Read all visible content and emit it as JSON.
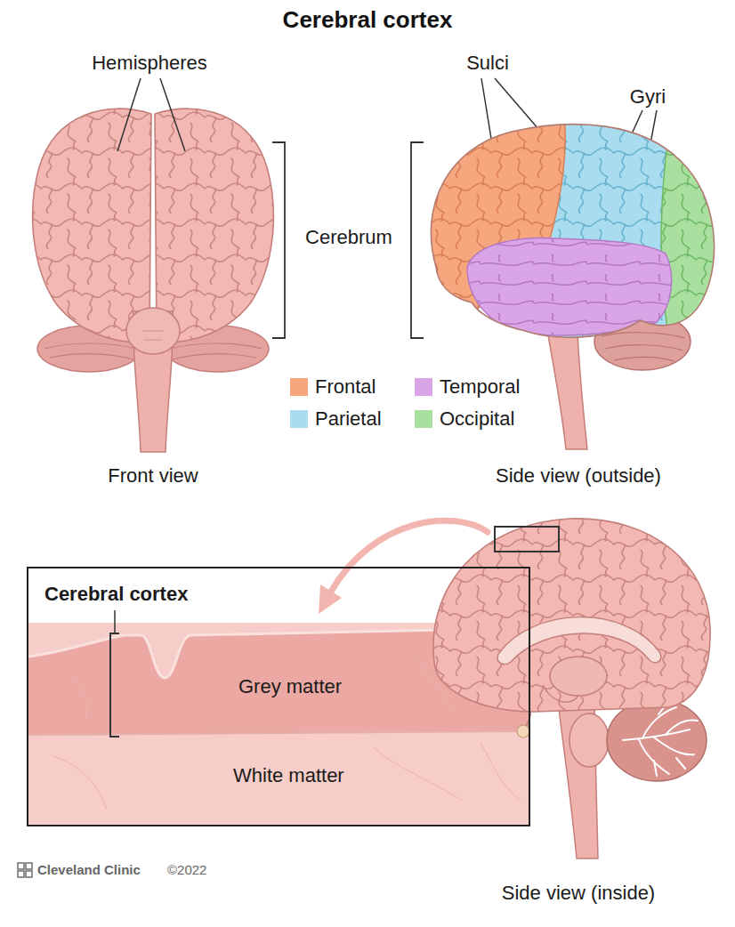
{
  "diagram": {
    "title": "Cerebral cortex",
    "nodes": [
      {
        "text": [
          "Cerebral cortex",
          "Grey matter",
          "White matter"
        ]
      }
    ],
    "labels": [
      "Hemispheres",
      "Sulci",
      "Gyri",
      "Cerebrum",
      "Front view",
      "Side view (outside)",
      "Side view (inside)",
      "Cleveland Clinic",
      "©2022"
    ],
    "legend": [
      {
        "text": "Frontal",
        "color": "#f6a77e"
      },
      {
        "text": "Temporal",
        "color": "#d9a5e6"
      },
      {
        "text": "Parietal",
        "color": "#a9dcef"
      },
      {
        "text": "Occipital",
        "color": "#a9e0a0"
      }
    ]
  }
}
